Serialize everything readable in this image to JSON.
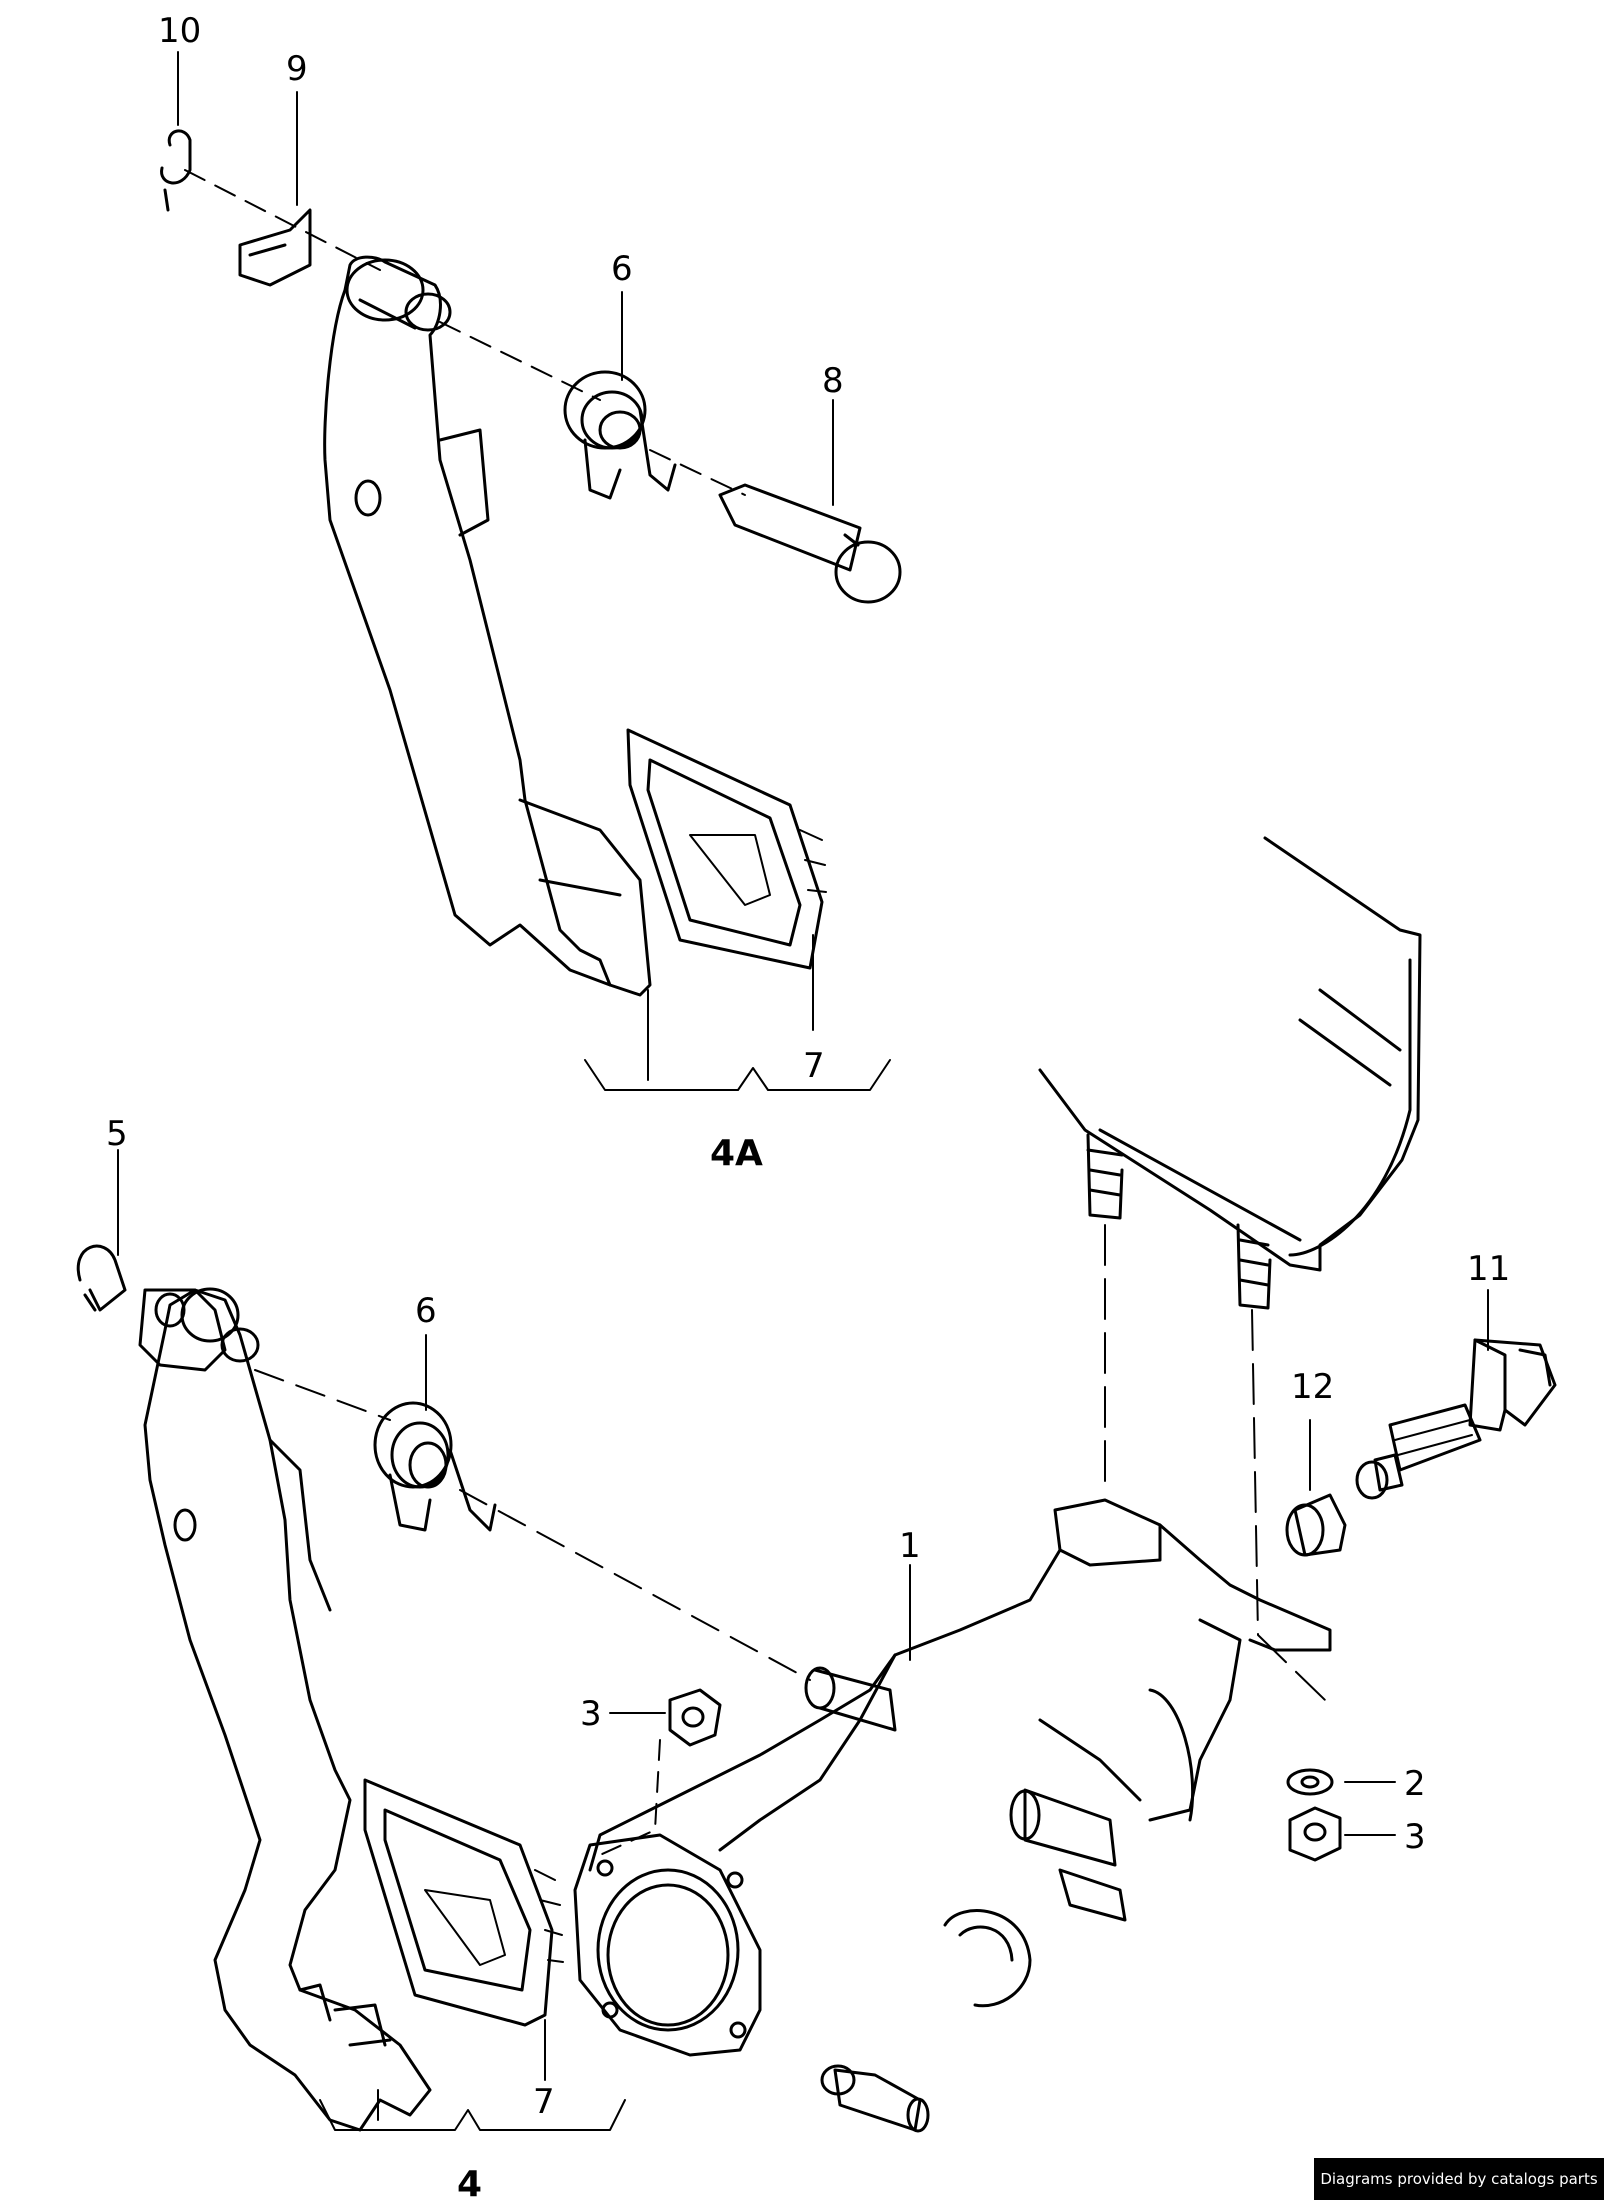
{
  "callouts": {
    "c10": "10",
    "c9": "9",
    "c6_top": "6",
    "c8": "8",
    "c7_top": "7",
    "c4A": "4A",
    "c5": "5",
    "c6_bottom": "6",
    "c11": "11",
    "c12": "12",
    "c1": "1",
    "c3_left": "3",
    "c2": "2",
    "c3_right": "3",
    "c7_bottom": "7",
    "c4": "4"
  },
  "credit": "Diagrams provided by catalogs parts"
}
